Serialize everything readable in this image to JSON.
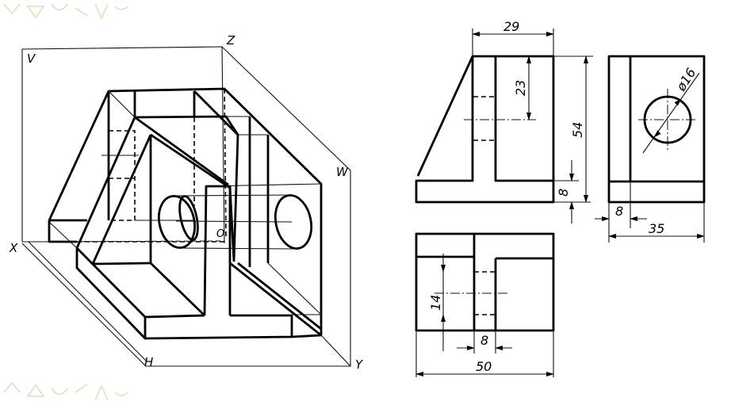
{
  "isometric": {
    "plane_labels": {
      "v": "V",
      "w": "W",
      "h": "H"
    },
    "axis_labels": {
      "x": "X",
      "y": "Y",
      "z": "Z",
      "origin": "O"
    }
  },
  "front_view": {
    "dims": {
      "width": "29",
      "hole_height": "23",
      "total_height": "54",
      "base_thickness": "8"
    }
  },
  "side_view": {
    "dims": {
      "hole_diameter": "ø16",
      "rib_thickness": "8",
      "depth": "35"
    }
  },
  "top_view": {
    "dims": {
      "hole_offset": "14",
      "rib_width": "8",
      "length": "50"
    }
  },
  "colors": {
    "line": "#000000",
    "background": "#ffffff",
    "watermark": "#e6d9b8"
  }
}
